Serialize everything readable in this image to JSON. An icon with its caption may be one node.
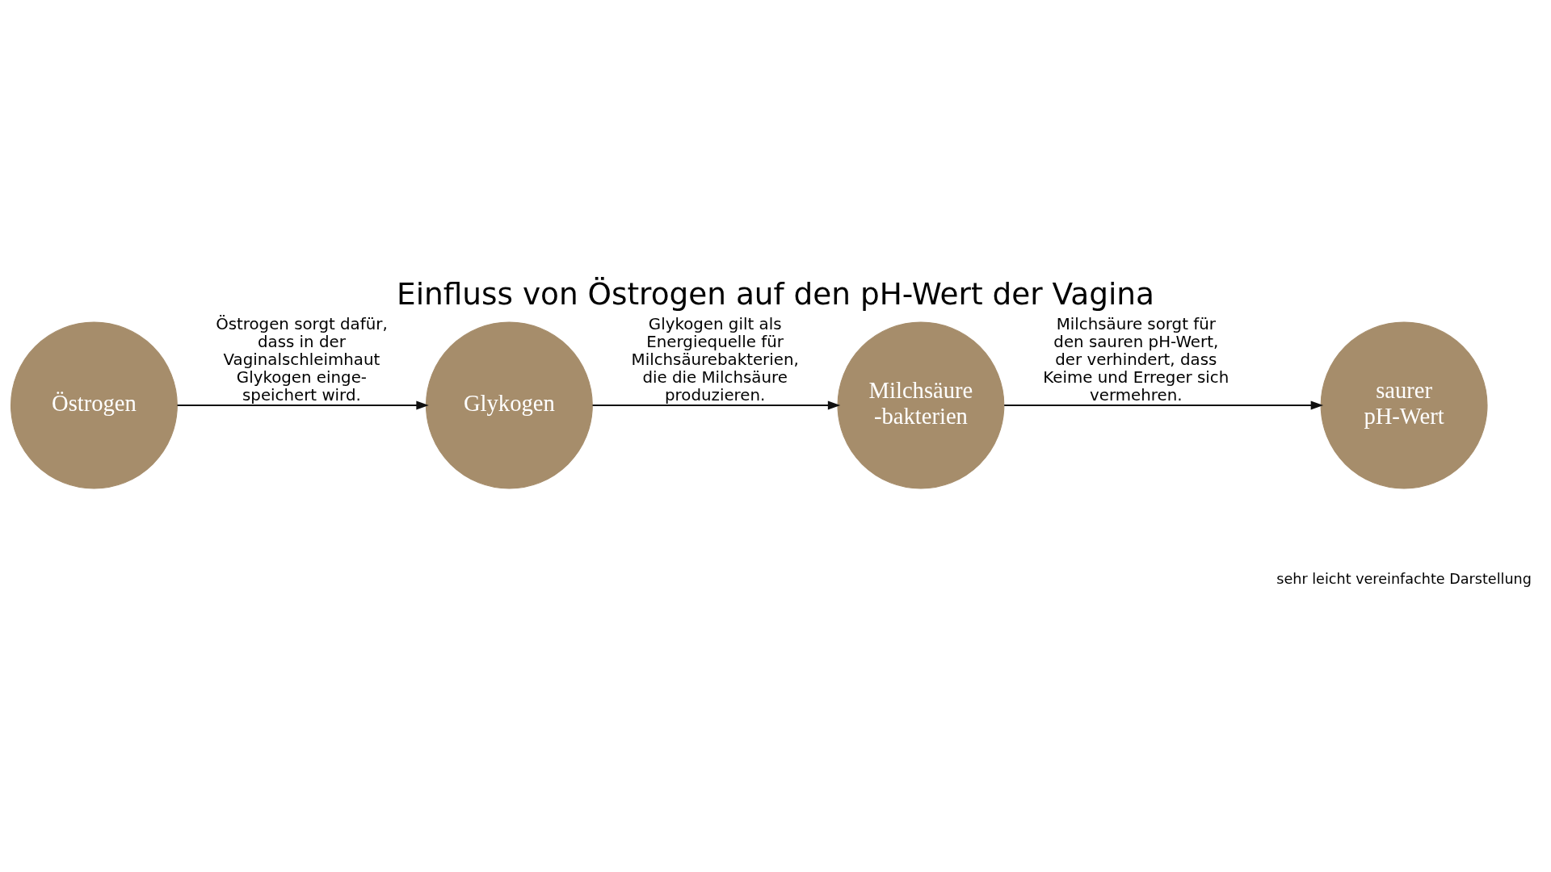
{
  "diagram": {
    "title": "Einfluss von Östrogen auf den pH-Wert der Vagina",
    "nodes": [
      {
        "text": [
          "Östrogen"
        ]
      },
      {
        "text": [
          "Glykogen"
        ]
      },
      {
        "text": [
          "Milchsäure -bakterien"
        ]
      },
      {
        "text": [
          "saurer pH-Wert"
        ]
      }
    ],
    "edges": [
      {
        "from": 0,
        "to": 1,
        "arrow": "to",
        "label": "Östrogen sorgt dafür, dass in der Vaginalschleimhaut Glykogen einge- speichert wird."
      },
      {
        "from": 1,
        "to": 2,
        "arrow": "to",
        "label": "Glykogen gilt als Energiequelle für Milchsäurebakterien, die die Milchsäure produzieren."
      },
      {
        "from": 2,
        "to": 3,
        "arrow": "to",
        "label": "Milchsäure sorgt für den sauren pH-Wert, der verhindert, dass Keime und Erreger sich vermehren."
      }
    ],
    "labels": [
      "sehr leicht vereinfachte Darstellung"
    ]
  }
}
